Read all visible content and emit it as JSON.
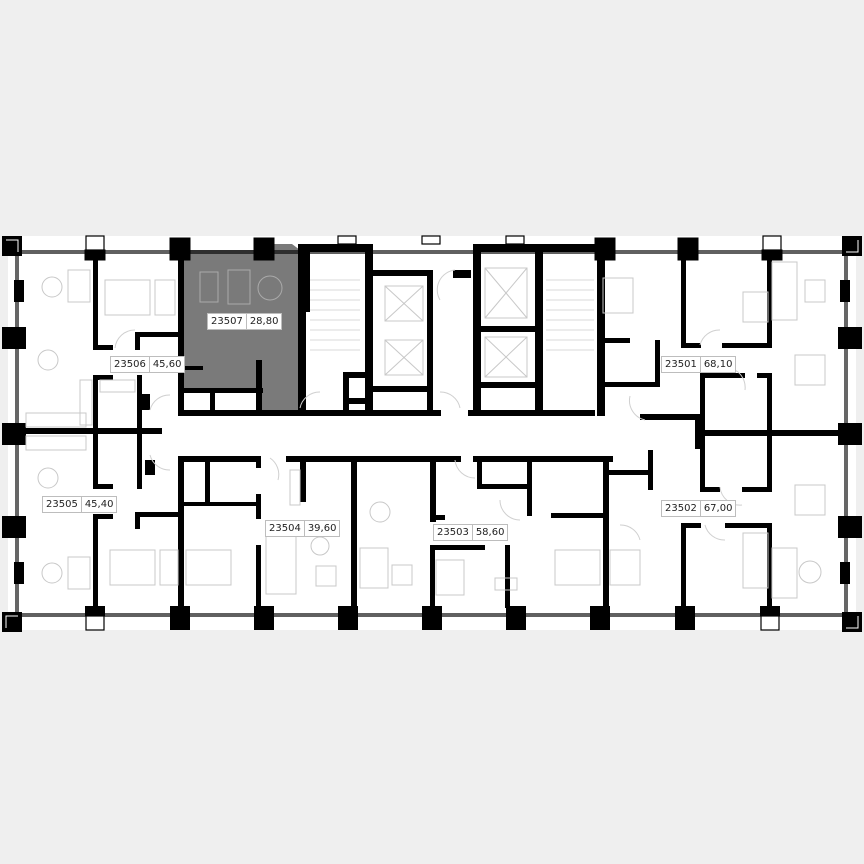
{
  "floor_plan": {
    "colors": {
      "background": "#efefef",
      "plan_fill": "#ffffff",
      "wall": "#000000",
      "furniture": "#c8c8c8",
      "selected_unit": "#7a7a7a"
    },
    "selected_unit": "23507",
    "units": [
      {
        "id": "23501",
        "number": "23501",
        "area": "68,10"
      },
      {
        "id": "23502",
        "number": "23502",
        "area": "67,00"
      },
      {
        "id": "23503",
        "number": "23503",
        "area": "58,60"
      },
      {
        "id": "23504",
        "number": "23504",
        "area": "39,60"
      },
      {
        "id": "23505",
        "number": "23505",
        "area": "45,40"
      },
      {
        "id": "23506",
        "number": "23506",
        "area": "45,60"
      },
      {
        "id": "23507",
        "number": "23507",
        "area": "28,80"
      }
    ]
  }
}
